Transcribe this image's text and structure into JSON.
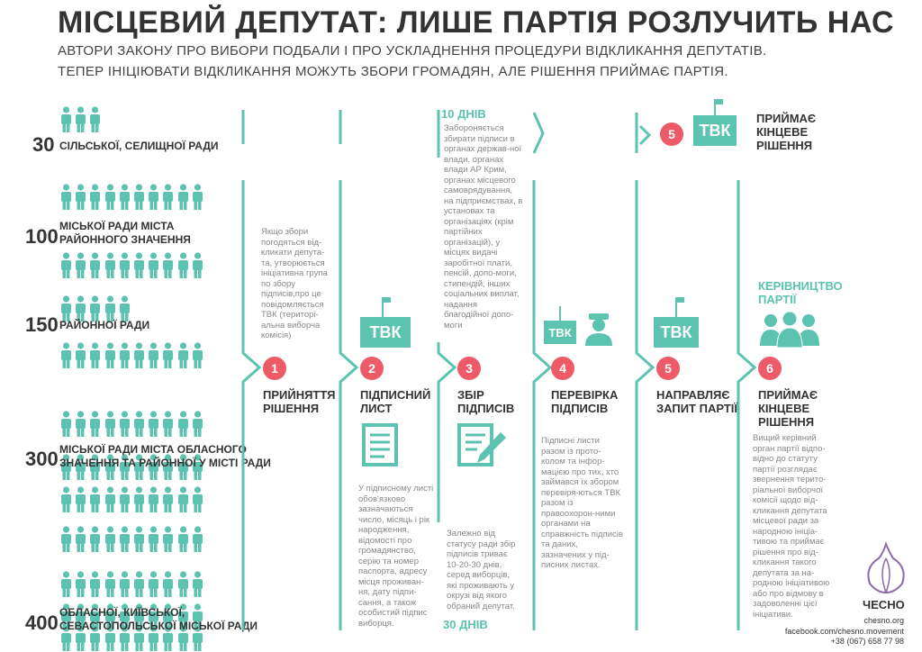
{
  "header": {
    "title": "МІСЦЕВИЙ ДЕПУТАТ: ЛИШЕ ПАРТІЯ РОЗЛУЧИТЬ НАС",
    "subtitle_line1": "АВТОРИ ЗАКОНУ ПРО ВИБОРИ ПОДБАЛИ І ПРО УСКЛАДНЕННЯ ПРОЦЕДУРИ ВІДКЛИКАННЯ ДЕПУТАТІВ.",
    "subtitle_line2": "ТЕПЕР ІНІЦІЮВАТИ ВІДКЛИКАННЯ МОЖУТЬ ЗБОРИ ГРОМАДЯН, АЛЕ РІШЕННЯ ПРИЙМАЄ ПАРТІЯ."
  },
  "councils": [
    {
      "number": "30",
      "label_line1": "СІЛЬСЬКОЇ, СЕЛИЩНОЇ РАДИ",
      "label_line2": ""
    },
    {
      "number": "100",
      "label_line1": "МІСЬКОЇ РАДИ МІСТА",
      "label_line2": "РАЙОННОГО ЗНАЧЕННЯ"
    },
    {
      "number": "150",
      "label_line1": "РАЙОННОЇ РАДИ",
      "label_line2": ""
    },
    {
      "number": "300",
      "label_line1": "МІСЬКОЇ РАДИ МІСТА ОБЛАСНОГО",
      "label_line2": "ЗНАЧЕННЯ ТА РАЙОННОЇ У МІСТІ РАДИ"
    },
    {
      "number": "400",
      "label_line1": "ОБЛАСНОЇ, КИЇВСЬКОЇ,",
      "label_line2": "СЕВАСТОПОЛЬСЬКОЇ МІСЬКОЇ РАДИ"
    }
  ],
  "steps": [
    {
      "n": "1",
      "title1": "ПРИЙНЯТТЯ",
      "title2": "РІШЕННЯ",
      "text": "Якщо збори погодяться від-кликати депута-та, утворюється ініціативна група по збору підписів,про це повідомляється ТВК (територі-альна виборча комісія)"
    },
    {
      "n": "2",
      "title1": "ПІДПИСНИЙ",
      "title2": "ЛИСТ",
      "icon": "ТВК",
      "text": "У підписному листі обов'язково зазначаються число, місяць і рік народження, відомості про громадянство, серію та номер паспорта, адресу місця проживан-ня, дату підпи-сання, а також особистий підпис виборця."
    },
    {
      "n": "3",
      "title1": "ЗБІР",
      "title2": "ПІДПИСІВ",
      "days_top": "10 ДНІВ",
      "text_top": "Забороняється збирати підписи в органах держав-ної влади, органах влади АР Крим, органах місцевого самоврядування, на підприємствах, в установах та організаціях (крім партійних організацій), у місцях видачі заробітної плати, пенсій, допо-моги, стипендій, інших соціальних виплат, надання благодійної допо-моги",
      "text": "Залежно від статусу ради збір підписів триває 10-20-30 днів, серед виборців, які проживають у окрузі від якого обраний депутат.",
      "days_bottom": "30 ДНІВ"
    },
    {
      "n": "4",
      "title1": "ПЕРЕВІРКА",
      "title2": "ПІДПИСІВ",
      "icon": "ТВК",
      "text": "Підписні листи разом із прото-колом та інфор-мацією про тих, хто займався їх збором перевіря-ються ТВК разом із правоохорон-ними органами на справжність підписів та даних, зазначених у під-писних листах."
    },
    {
      "n": "5",
      "title1": "НАПРАВЛЯЄ",
      "title2": "ЗАПИТ ПАРТІЇ",
      "icon": "ТВК"
    },
    {
      "n": "6",
      "title1": "ПРИЙМАЄ",
      "title2": "КІНЦЕВЕ",
      "title3": "РІШЕННЯ",
      "leader1": "КЕРІВНИЦТВО",
      "leader2": "ПАРТІЇ",
      "text": "Вищий керівний орган партії відпо-відно до статуту партії розглядає звернення терито-ріальної виборчої комісії щодо від-кликання депутата місцевої ради за народною ініціа-тивою та приймає рішення про від-кликання такого депутата за на-родною ініціативою або про відмову в задоволенні цієї ініціативи."
    }
  ],
  "top_step": {
    "n": "5",
    "icon": "ТВК",
    "title1": "ПРИЙМАЄ",
    "title2": "КІНЦЕВЕ",
    "title3": "РІШЕННЯ"
  },
  "footer": {
    "logo": "ЧЕСНО",
    "site": "chesno.org",
    "fb": "facebook.com/chesno.movement",
    "phone": "+38 (067) 658 77 98"
  },
  "colors": {
    "teal": "#5bc3b0",
    "red": "#ec5b67",
    "text": "#333333"
  },
  "people_counts": [
    3,
    10,
    10,
    5,
    10,
    10,
    10,
    10,
    10,
    10,
    10,
    10
  ]
}
